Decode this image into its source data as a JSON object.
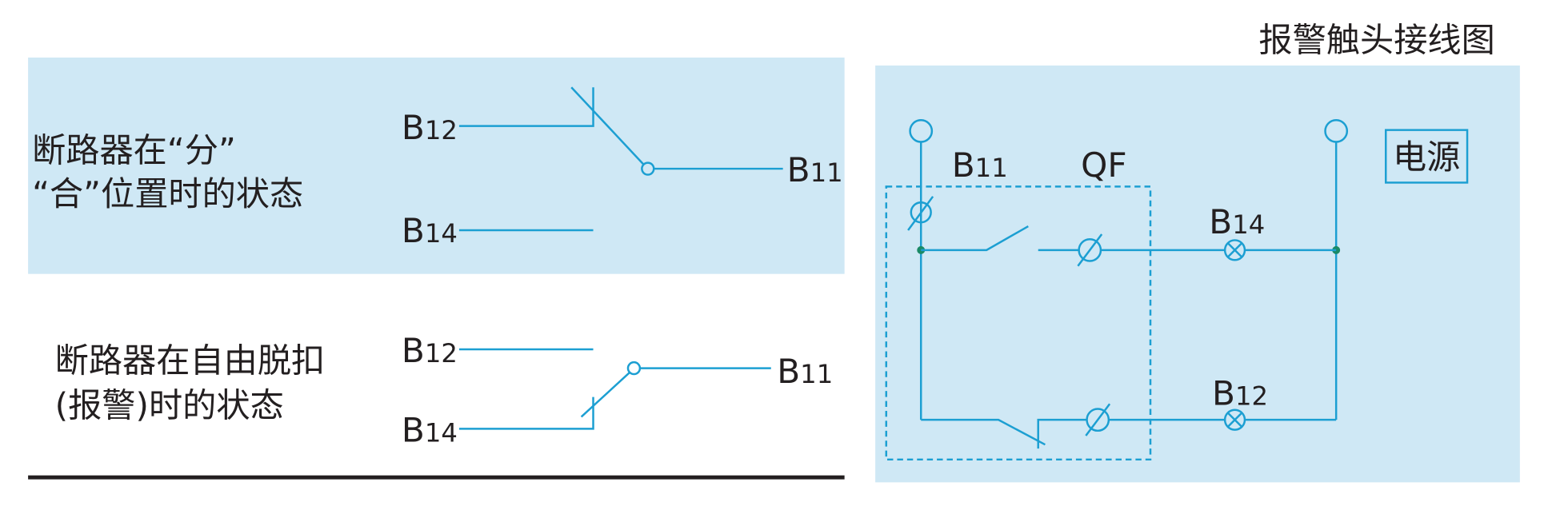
{
  "title": "报警触头接线图",
  "colors": {
    "panel_fill": "#cfe8f5",
    "wire": "#1c9fd2",
    "junction": "#1a8a66",
    "text": "#231f20",
    "rule": "#231f20"
  },
  "contact_states": [
    {
      "lines": [
        "断路器在“分”",
        "“合”位置时的状态"
      ]
    },
    {
      "lines": [
        "断路器在自由脱扣",
        "(报警)时的状态"
      ]
    }
  ],
  "terminals": {
    "b11": {
      "letter": "B",
      "number": "11"
    },
    "b12": {
      "letter": "B",
      "number": "12"
    },
    "b14": {
      "letter": "B",
      "number": "14"
    }
  },
  "wiring_diagram": {
    "breaker_label": "QF",
    "power_label": "电源"
  }
}
